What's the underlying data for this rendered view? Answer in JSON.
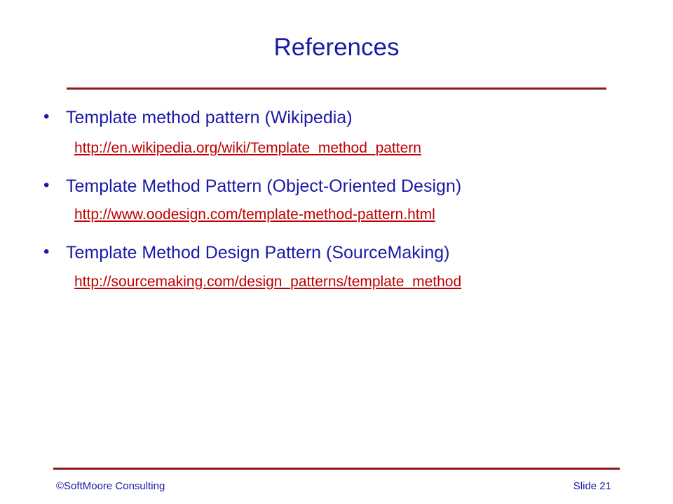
{
  "slide": {
    "title": "References",
    "items": [
      {
        "text": "Template method pattern (Wikipedia)",
        "link": "http://en.wikipedia.org/wiki/Template_method_pattern"
      },
      {
        "text": "Template Method Pattern (Object-Oriented Design)",
        "link": "http://www.oodesign.com/template-method-pattern.html"
      },
      {
        "text": "Template Method Design Pattern (SourceMaking)",
        "link": "http://sourcemaking.com/design_patterns/template_method"
      }
    ]
  },
  "footer": {
    "left": "©SoftMoore Consulting",
    "right": "Slide 21"
  },
  "colors": {
    "text": "#1a1aa6",
    "link": "#c00000",
    "rule": "#8b1a1a"
  }
}
